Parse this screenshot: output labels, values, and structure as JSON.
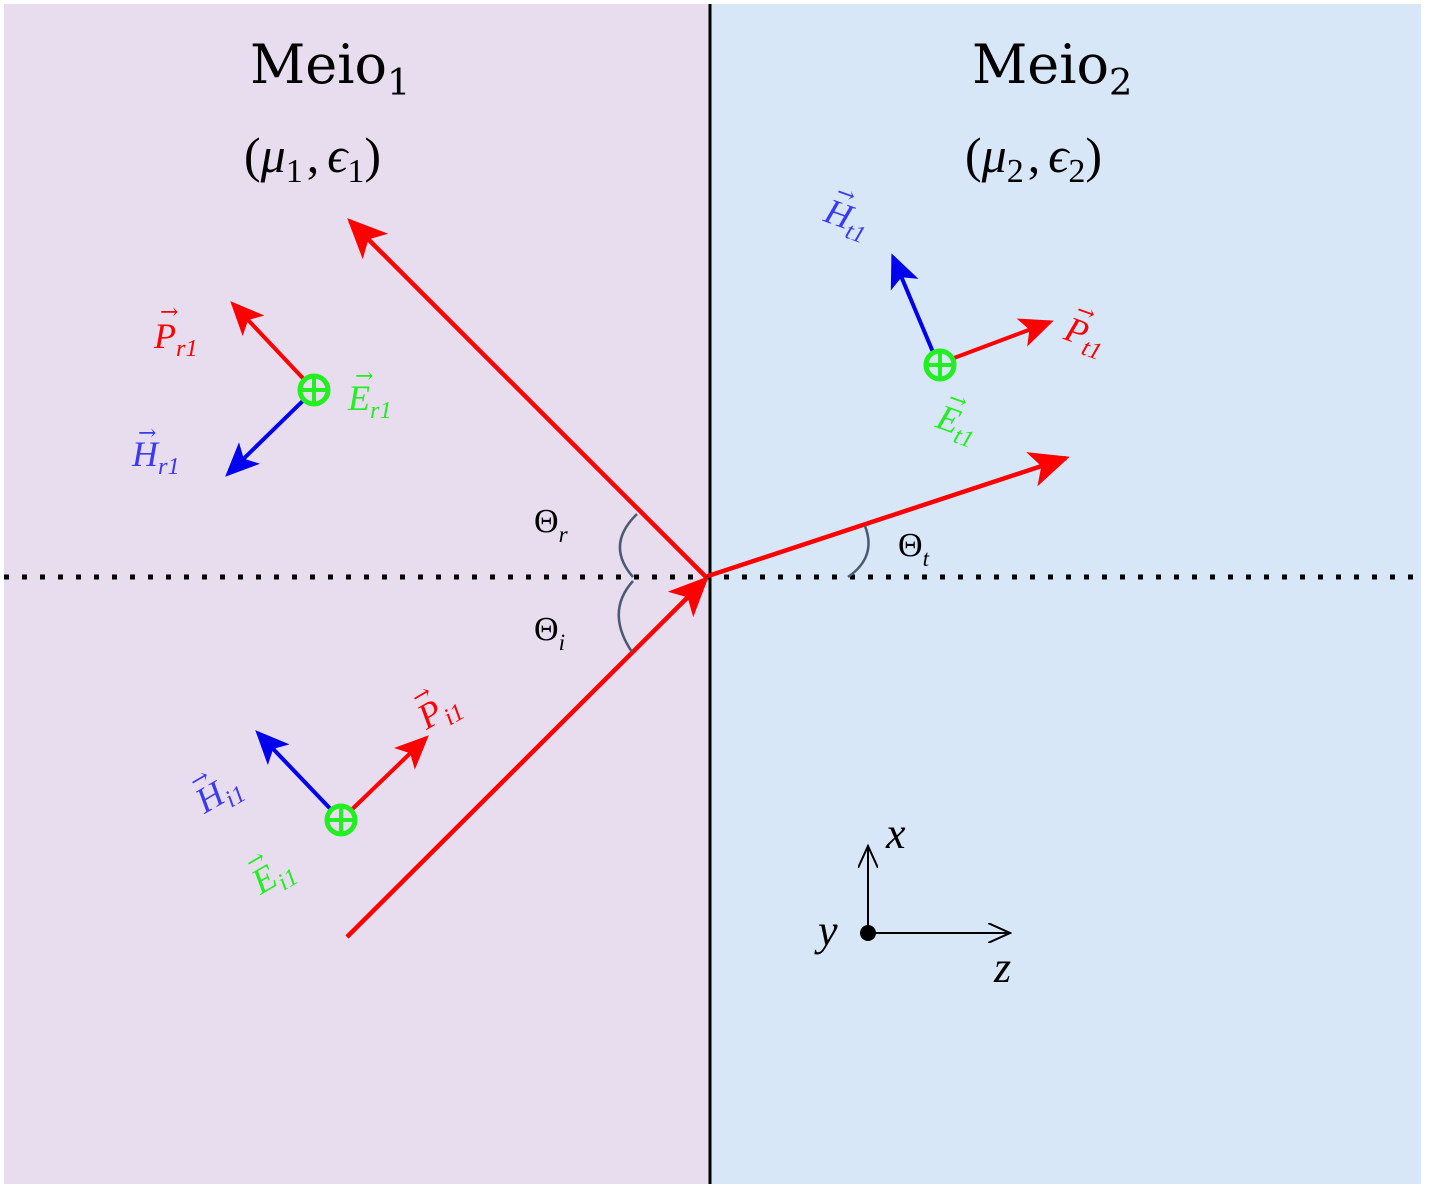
{
  "colors": {
    "medium1_bg": "#e8ddee",
    "medium2_bg": "#d8e7f8",
    "beam": "#ff0000",
    "h_vector": "#0000ee",
    "h_label": "#3a3af0",
    "e_field": "#22ee22",
    "angle_arc": "#4a5a70",
    "line": "#000000"
  },
  "medium1": {
    "name": "Meio",
    "name_sub": "1",
    "params_open": "(",
    "mu": "μ",
    "mu_sub": "1",
    "sep": ",",
    "eps": "ϵ",
    "eps_sub": "1",
    "params_close": ")"
  },
  "medium2": {
    "name": "Meio",
    "name_sub": "2",
    "params_open": "(",
    "mu": "μ",
    "mu_sub": "2",
    "sep": ",",
    "eps": "ϵ",
    "eps_sub": "2",
    "params_close": ")"
  },
  "angles": {
    "reflected": {
      "symbol": "Θ",
      "sub": "r"
    },
    "incident": {
      "symbol": "Θ",
      "sub": "i"
    },
    "transmitted": {
      "symbol": "Θ",
      "sub": "t"
    }
  },
  "vectors": {
    "P_r1": {
      "base": "P",
      "sub": "r1"
    },
    "E_r1": {
      "base": "E",
      "sub": "r1"
    },
    "H_r1": {
      "base": "H",
      "sub": "r1"
    },
    "P_i1": {
      "base": "P",
      "sub": "i1"
    },
    "H_i1": {
      "base": "H",
      "sub": "i1"
    },
    "E_i1": {
      "base": "E",
      "sub": "i1"
    },
    "H_t1": {
      "base": "H",
      "sub": "t1"
    },
    "P_t1": {
      "base": "P",
      "sub": "t1"
    },
    "E_t1": {
      "base": "E",
      "sub": "t1"
    }
  },
  "axes": {
    "x": "x",
    "y": "y",
    "z": "z"
  }
}
